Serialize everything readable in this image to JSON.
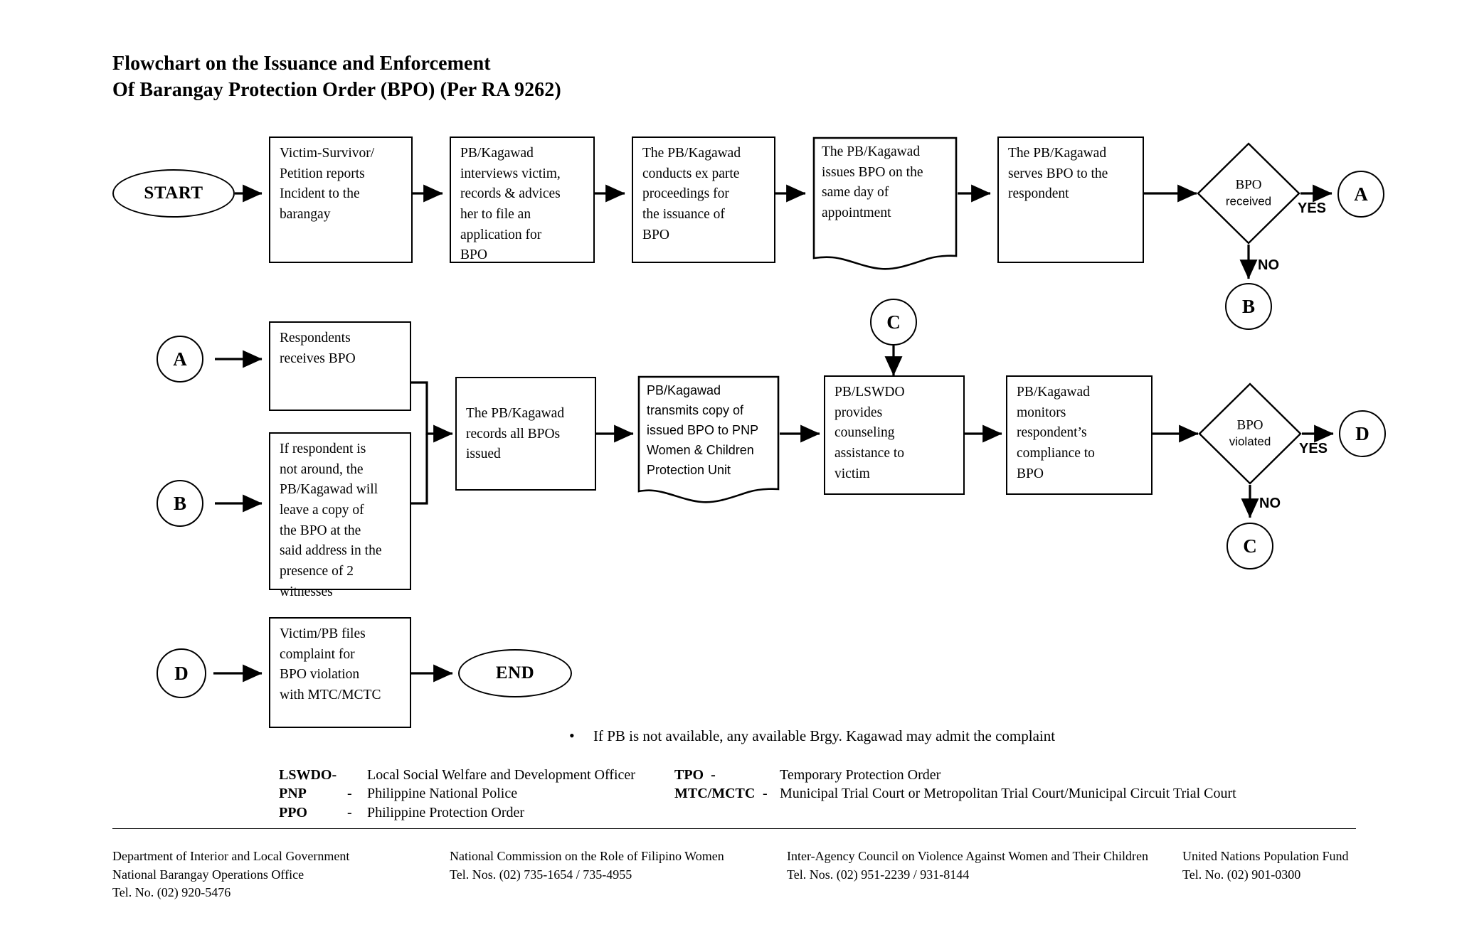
{
  "title": {
    "line1": "Flowchart on the Issuance and Enforcement",
    "line2": "Of Barangay Protection Order (BPO) (Per RA 9262)"
  },
  "colors": {
    "stroke": "#000000",
    "background": "#ffffff",
    "text": "#000000"
  },
  "row1": {
    "start": "START",
    "box1": "Victim-Survivor/\nPetition reports\nIncident to the\nbarangay",
    "box2": "PB/Kagawad\ninterviews victim,\nrecords & advices\nher to file an\napplication for\nBPO",
    "box3": "The PB/Kagawad\nconducts ex parte\nproceedings for\nthe issuance of\nBPO",
    "box4": "The PB/Kagawad\nissues BPO on the\nsame day of\nappointment",
    "box5": "The PB/Kagawad\nserves BPO to the\nrespondent",
    "decision_line1": "BPO",
    "decision_line2": "received",
    "yes_label": "YES",
    "no_label": "NO",
    "connector_yes": "A",
    "connector_no": "B"
  },
  "row2": {
    "connector_a": "A",
    "connector_b": "B",
    "connector_c_top": "C",
    "box_a": "Respondents\nreceives BPO",
    "box_b": "If respondent is\nnot around, the\nPB/Kagawad will\nleave a copy of\nthe BPO at the\nsaid address in the\npresence of 2\nwitnesses",
    "box_records": "The PB/Kagawad\nrecords all BPOs\nissued",
    "box_transmits": "PB/Kagawad\ntransmits copy of\nissued BPO to PNP\nWomen & Children\nProtection Unit",
    "box_counseling": "PB/LSWDO\nprovides\ncounseling\nassistance to\nvictim",
    "box_monitors": "PB/Kagawad\nmonitors\nrespondent’s\ncompliance to\nBPO",
    "decision_line1": "BPO",
    "decision_line2": "violated",
    "yes_label": "YES",
    "no_label": "NO",
    "connector_yes": "D",
    "connector_no": "C"
  },
  "row3": {
    "connector_d": "D",
    "box_complaint": "Victim/PB files\ncomplaint for\nBPO violation\nwith MTC/MCTC",
    "end": "END"
  },
  "note": {
    "bullet": "•",
    "text": "If PB is not available, any available Brgy. Kagawad may admit the complaint"
  },
  "legend": {
    "left": [
      {
        "abbr": "LSWDO-",
        "dash": "",
        "expl": "Local Social Welfare and Development Officer"
      },
      {
        "abbr": "PNP",
        "dash": "-",
        "expl": "Philippine National Police"
      },
      {
        "abbr": "PPO",
        "dash": "-",
        "expl": "Philippine Protection Order"
      }
    ],
    "right": [
      {
        "abbr": "TPO  -",
        "dash": "",
        "expl": "Temporary Protection Order"
      },
      {
        "abbr": "MTC/MCTC",
        "dash": "-",
        "expl": "Municipal Trial Court or Metropolitan Trial Court/Municipal Circuit Trial Court"
      }
    ]
  },
  "footer": {
    "col1": "Department of Interior and Local Government\nNational Barangay Operations Office\nTel. No. (02) 920-5476",
    "col2": "National Commission on the Role of Filipino Women\nTel. Nos. (02) 735-1654 / 735-4955",
    "col3": "Inter-Agency Council on Violence Against Women and Their Children\nTel. Nos. (02) 951-2239 / 931-8144",
    "col4": "United Nations Population Fund\nTel. No. (02) 901-0300"
  }
}
